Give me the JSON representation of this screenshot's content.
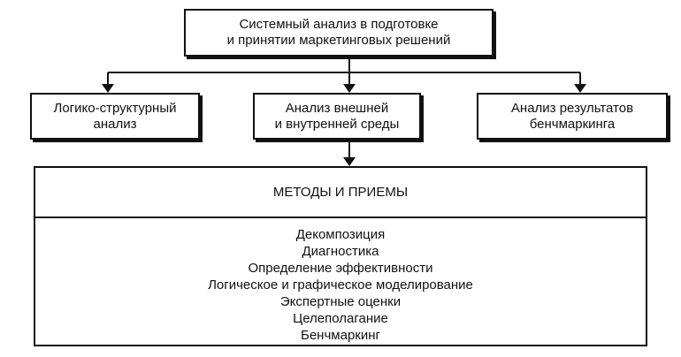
{
  "diagram": {
    "top_box": {
      "text": "Системный анализ в подготовке\nи принятии маркетинговых решений"
    },
    "left_box": {
      "text": "Логико-структурный\nанализ"
    },
    "middle_box": {
      "text": "Анализ внешней\nи внутренней среды"
    },
    "right_box": {
      "text": "Анализ результатов\nбенчмаркинга"
    },
    "methods": {
      "title": "МЕТОДЫ И ПРИЕМЫ",
      "items": [
        "Декомпозиция",
        "Диагностика",
        "Определение эффективности",
        "Логическое и графическое моделирование",
        "Экспертные оценки",
        "Целеполагание",
        "Бенчмаркинг"
      ]
    }
  }
}
